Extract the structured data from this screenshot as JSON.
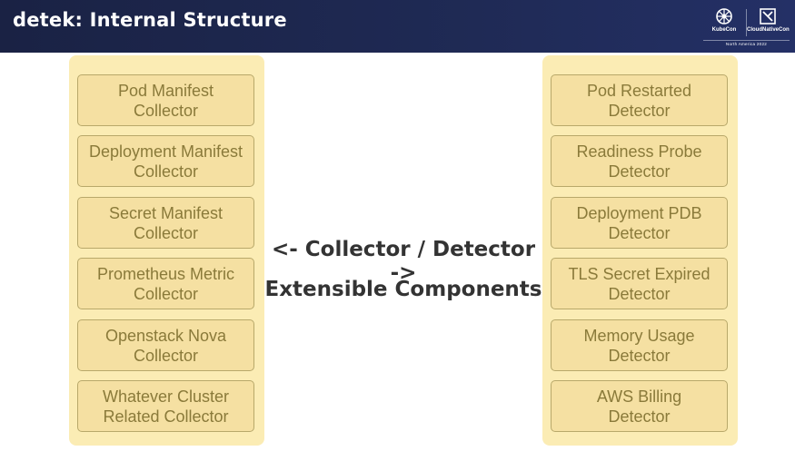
{
  "header": {
    "title": "detek: Internal Structure",
    "logos": {
      "kubecon": "KubeCon",
      "cloudnativecon": "CloudNativeCon",
      "event": "North America 2022",
      "kubecon_icon": "kubecon-wheel-icon",
      "cncf_icon": "cncf-icon"
    }
  },
  "collectors": [
    "Pod Manifest\nCollector",
    "Deployment Manifest\nCollector",
    "Secret Manifest\nCollector",
    "Prometheus Metric\nCollector",
    "Openstack Nova\nCollector",
    "Whatever Cluster\nRelated Collector"
  ],
  "detectors": [
    "Pod Restarted\nDetector",
    "Readiness Probe\nDetector",
    "Deployment PDB\nDetector",
    "TLS Secret Expired\nDetector",
    "Memory Usage\nDetector",
    "AWS Billing\nDetector"
  ],
  "center": {
    "line1": "<- Collector / Detector ->",
    "line2": "Extensible Components"
  },
  "colors": {
    "header_bg": "#1f2a55",
    "panel_bg": "#fbecb4",
    "box_bg": "#f5e0a2",
    "box_text": "#8a7a3a"
  }
}
